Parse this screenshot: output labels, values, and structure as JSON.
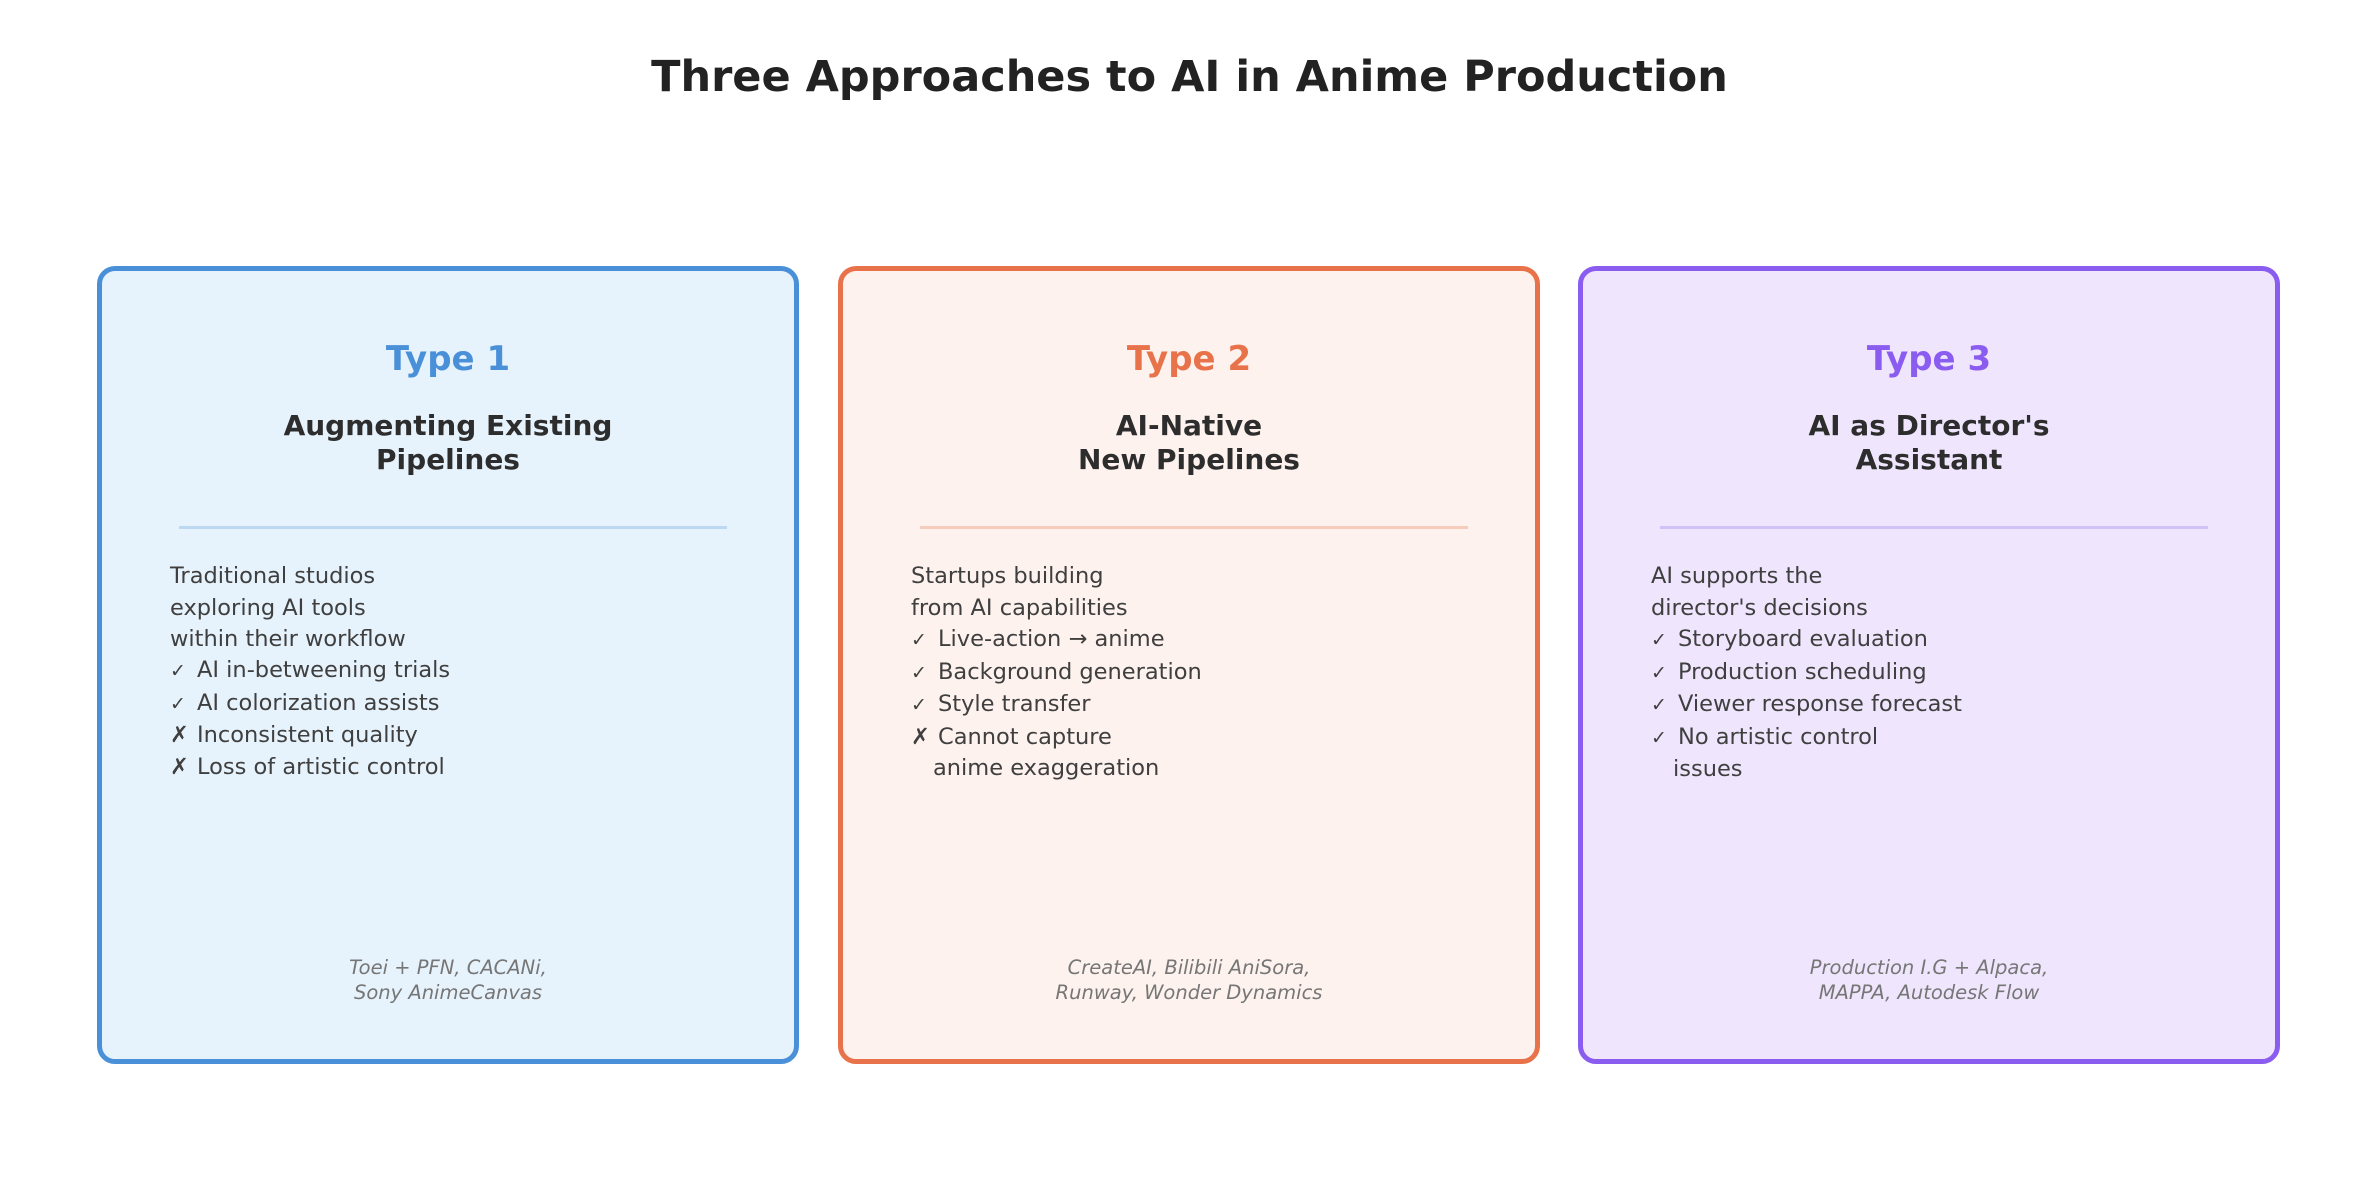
{
  "title": "Three Approaches to AI in Anime Production",
  "cards": [
    {
      "type_label": "Type 1",
      "subtitle": "Augmenting Existing\nPipelines",
      "accent_color": "#4a90d9",
      "background_color": "#e7f3fc",
      "description": "Traditional studios\nexploring AI tools\nwithin their workflow",
      "items": [
        {
          "mark": "✓",
          "mark_icon": "check-icon",
          "text": "AI in-betweening trials"
        },
        {
          "mark": "✓",
          "mark_icon": "check-icon",
          "text": "AI colorization assists"
        },
        {
          "mark": "✗",
          "mark_icon": "cross-icon",
          "text": "Inconsistent quality"
        },
        {
          "mark": "✗",
          "mark_icon": "cross-icon",
          "text": "Loss of artistic control"
        }
      ],
      "examples": "Toei + PFN, CACANi,\nSony AnimeCanvas"
    },
    {
      "type_label": "Type 2",
      "subtitle": "AI-Native\nNew Pipelines",
      "accent_color": "#e8734a",
      "background_color": "#fdf2ee",
      "description": "Startups building\nfrom AI capabilities",
      "items": [
        {
          "mark": "✓",
          "mark_icon": "check-icon",
          "text": "Live-action → anime"
        },
        {
          "mark": "✓",
          "mark_icon": "check-icon",
          "text": "Background generation"
        },
        {
          "mark": "✓",
          "mark_icon": "check-icon",
          "text": "Style transfer"
        },
        {
          "mark": "✗",
          "mark_icon": "cross-icon",
          "text": "Cannot capture"
        },
        {
          "mark": "",
          "mark_icon": "",
          "text": "anime exaggeration"
        }
      ],
      "examples": "CreateAI, Bilibili AniSora,\nRunway, Wonder Dynamics"
    },
    {
      "type_label": "Type 3",
      "subtitle": "AI as Director's\nAssistant",
      "accent_color": "#8b5cf0",
      "background_color": "#efe6fd",
      "description": "AI supports the\ndirector's decisions",
      "items": [
        {
          "mark": "✓",
          "mark_icon": "check-icon",
          "text": "Storyboard evaluation"
        },
        {
          "mark": "✓",
          "mark_icon": "check-icon",
          "text": "Production scheduling"
        },
        {
          "mark": "✓",
          "mark_icon": "check-icon",
          "text": "Viewer response forecast"
        },
        {
          "mark": "✓",
          "mark_icon": "check-icon",
          "text": "No artistic control"
        },
        {
          "mark": "",
          "mark_icon": "",
          "text": "issues"
        }
      ],
      "examples": "Production I.G + Alpaca,\nMAPPA, Autodesk Flow"
    }
  ]
}
